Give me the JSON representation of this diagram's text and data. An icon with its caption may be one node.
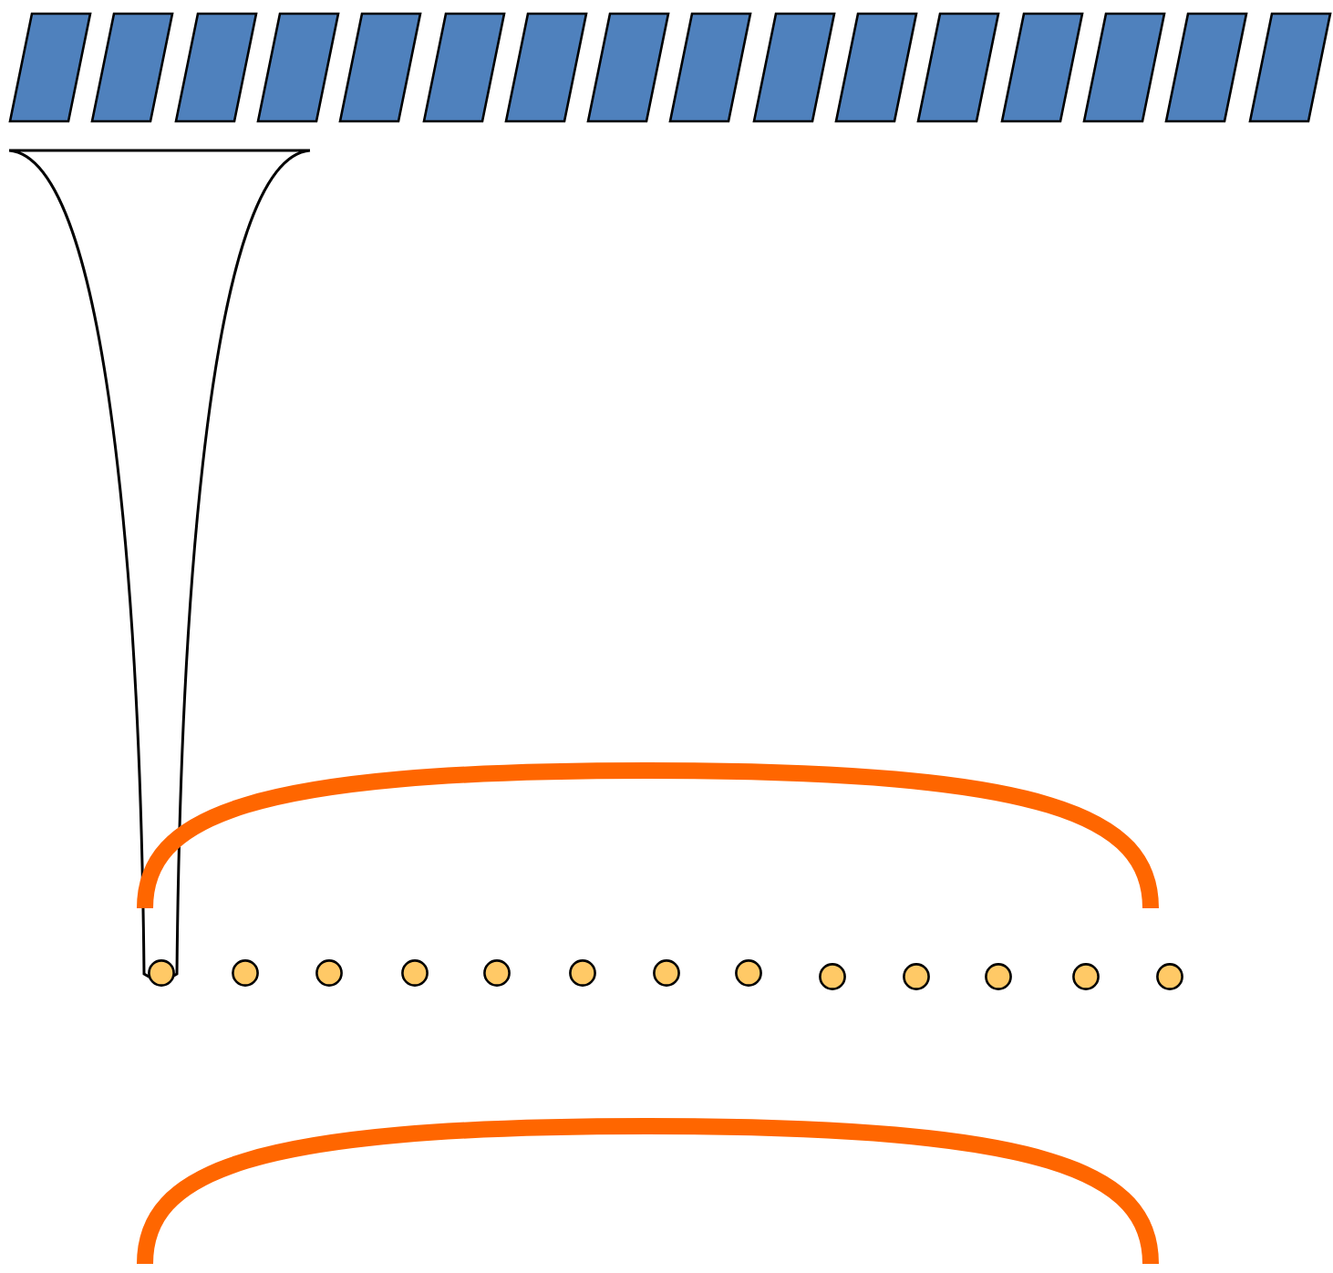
{
  "diagram": {
    "nodes": [
      {
        "text": [],
        "shape": "parallelogram"
      },
      {
        "text": [],
        "shape": "parallelogram"
      },
      {
        "text": [],
        "shape": "parallelogram"
      },
      {
        "text": [],
        "shape": "parallelogram"
      },
      {
        "text": [],
        "shape": "parallelogram"
      },
      {
        "text": [],
        "shape": "parallelogram"
      },
      {
        "text": [],
        "shape": "parallelogram"
      },
      {
        "text": [],
        "shape": "parallelogram"
      },
      {
        "text": [],
        "shape": "parallelogram"
      },
      {
        "text": [],
        "shape": "parallelogram"
      },
      {
        "text": [],
        "shape": "parallelogram"
      },
      {
        "text": [],
        "shape": "parallelogram"
      },
      {
        "text": [],
        "shape": "parallelogram"
      },
      {
        "text": [],
        "shape": "parallelogram"
      },
      {
        "text": [],
        "shape": "parallelogram"
      },
      {
        "text": [],
        "shape": "parallelogram"
      },
      {
        "text": [],
        "shape": "funnel"
      },
      {
        "text": [],
        "shape": "arc"
      },
      {
        "text": [],
        "shape": "circle"
      },
      {
        "text": [],
        "shape": "circle"
      },
      {
        "text": [],
        "shape": "circle"
      },
      {
        "text": [],
        "shape": "circle"
      },
      {
        "text": [],
        "shape": "circle"
      },
      {
        "text": [],
        "shape": "circle"
      },
      {
        "text": [],
        "shape": "circle"
      },
      {
        "text": [],
        "shape": "circle"
      },
      {
        "text": [],
        "shape": "circle"
      },
      {
        "text": [],
        "shape": "circle"
      },
      {
        "text": [],
        "shape": "circle"
      },
      {
        "text": [],
        "shape": "circle"
      },
      {
        "text": [],
        "shape": "circle"
      },
      {
        "text": [],
        "shape": "arc"
      }
    ]
  }
}
